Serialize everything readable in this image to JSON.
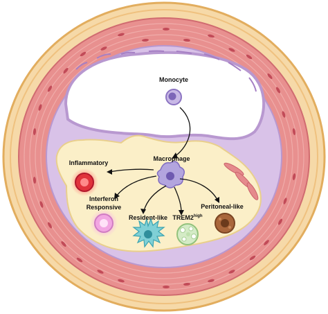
{
  "labels": {
    "monocyte": "Monocyte",
    "macrophage": "Macrophage",
    "inflammatory": "Inflammatory",
    "interferon_line1": "Interferon",
    "interferon_line2": "Responsive",
    "resident_like": "Resident-like",
    "trem2_base": "TREM2",
    "trem2_sup": "high",
    "peritoneal_like": "Peritoneal-like"
  },
  "colors": {
    "adventitia": "#f6d9a8",
    "adventitia_edge": "#e2ad5e",
    "media": "#e8908f",
    "media_dark": "#d06b70",
    "intima": "#d9c2e8",
    "plaque": "#fbefc8",
    "lumen": "#ffffff",
    "monocyte": "#b9a7d9",
    "macrophage": "#a99bd8",
    "inflammatory": "#e0323b",
    "interferon": "#f2a6e2",
    "resident": "#7fd0d6",
    "trem2": "#c5e3b6",
    "peritoneal": "#a9663b"
  }
}
